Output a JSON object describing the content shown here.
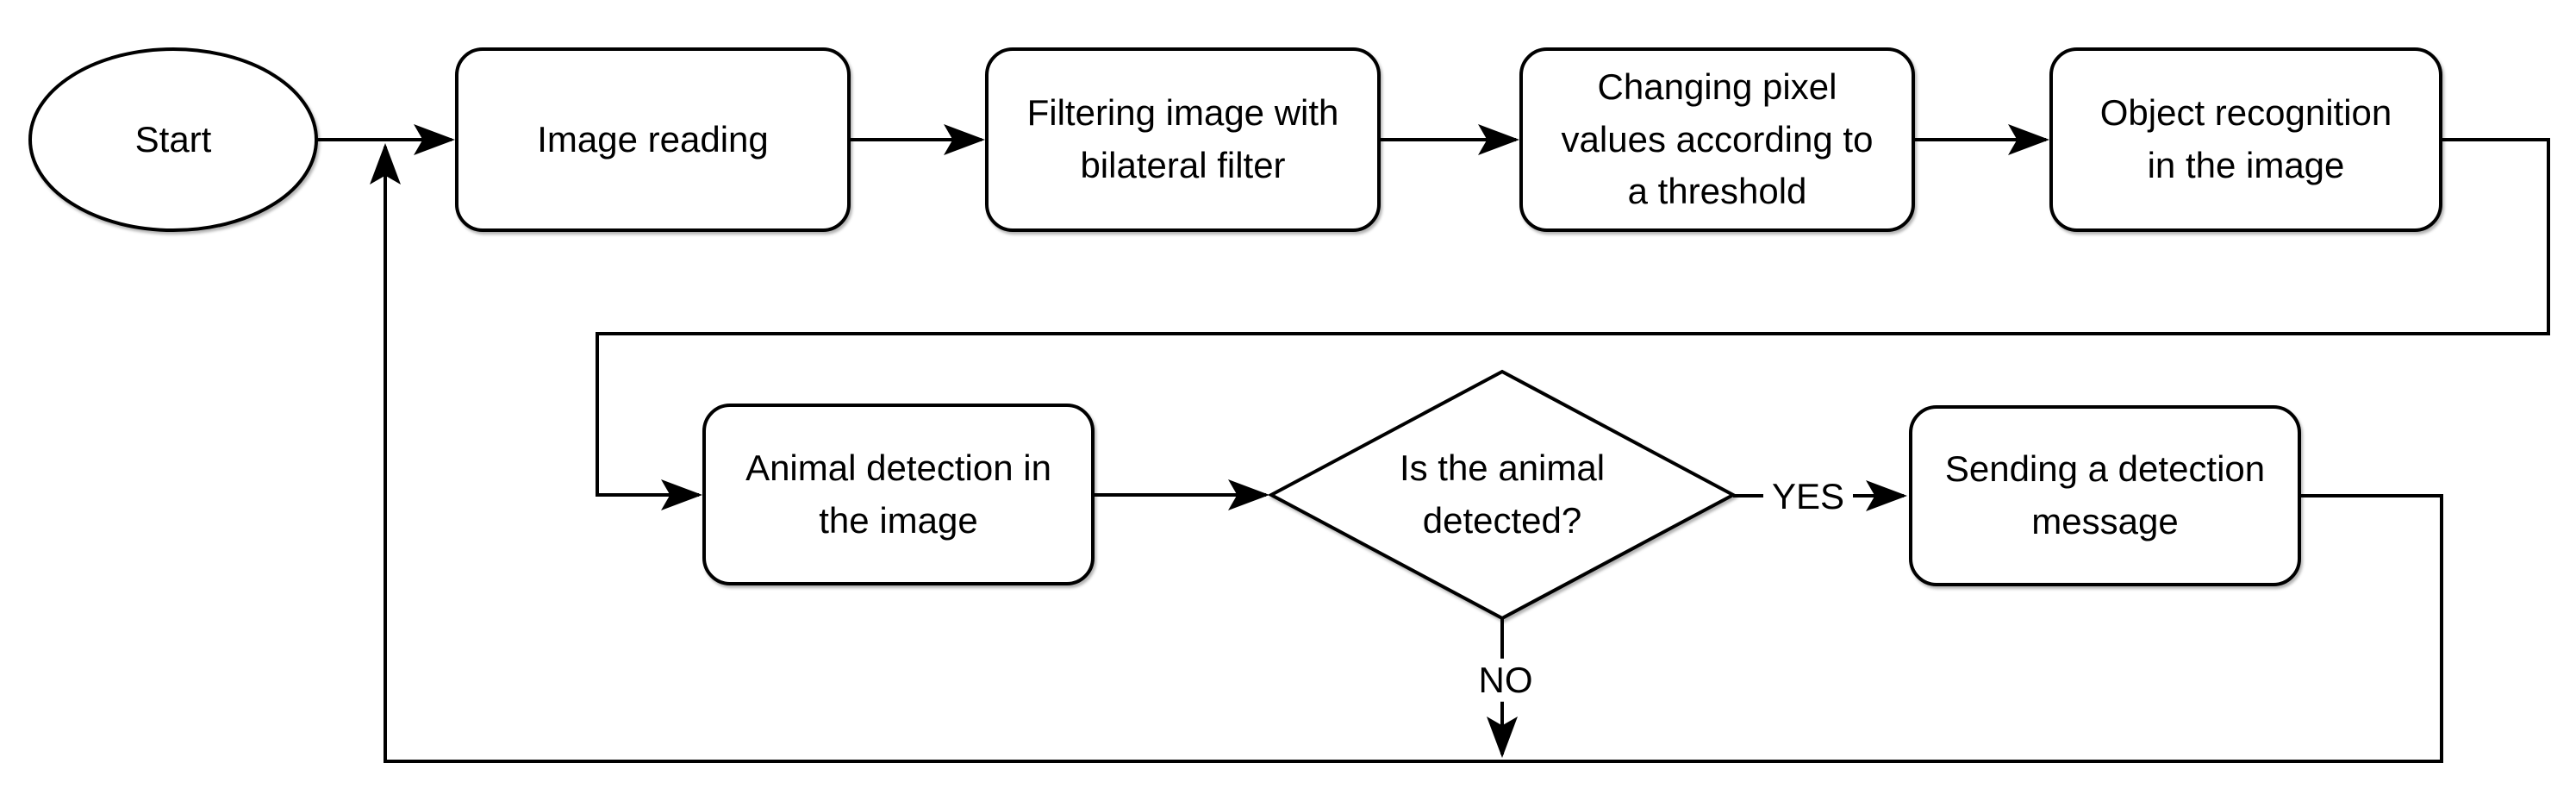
{
  "diagram": {
    "type": "flowchart",
    "background": "#ffffff",
    "stroke_color": "#000000",
    "text_color": "#000000",
    "nodes": {
      "start": {
        "shape": "ellipse",
        "label": "Start"
      },
      "image_reading": {
        "shape": "rounded-rect",
        "label": "Image reading"
      },
      "filtering": {
        "shape": "rounded-rect",
        "label": "Filtering image with\nbilateral filter"
      },
      "threshold": {
        "shape": "rounded-rect",
        "label": "Changing pixel\nvalues according to\na threshold"
      },
      "object_recognition": {
        "shape": "rounded-rect",
        "label": "Object recognition\nin the image"
      },
      "animal_detection": {
        "shape": "rounded-rect",
        "label": "Animal detection in\nthe image"
      },
      "decision": {
        "shape": "diamond",
        "label": "Is the animal\ndetected?"
      },
      "sending_message": {
        "shape": "rounded-rect",
        "label": "Sending a detection\nmessage"
      }
    },
    "edge_labels": {
      "yes": "YES",
      "no": "NO"
    },
    "flow": [
      "Start -> Image reading -> Filtering image with bilateral filter -> Changing pixel values according to a threshold -> Object recognition in the image -> Animal detection in the image -> Is the animal detected?",
      "Is the animal detected? -YES-> Sending a detection message -> loop back to Image reading",
      "Is the animal detected? -NO-> loop back to Image reading"
    ]
  }
}
